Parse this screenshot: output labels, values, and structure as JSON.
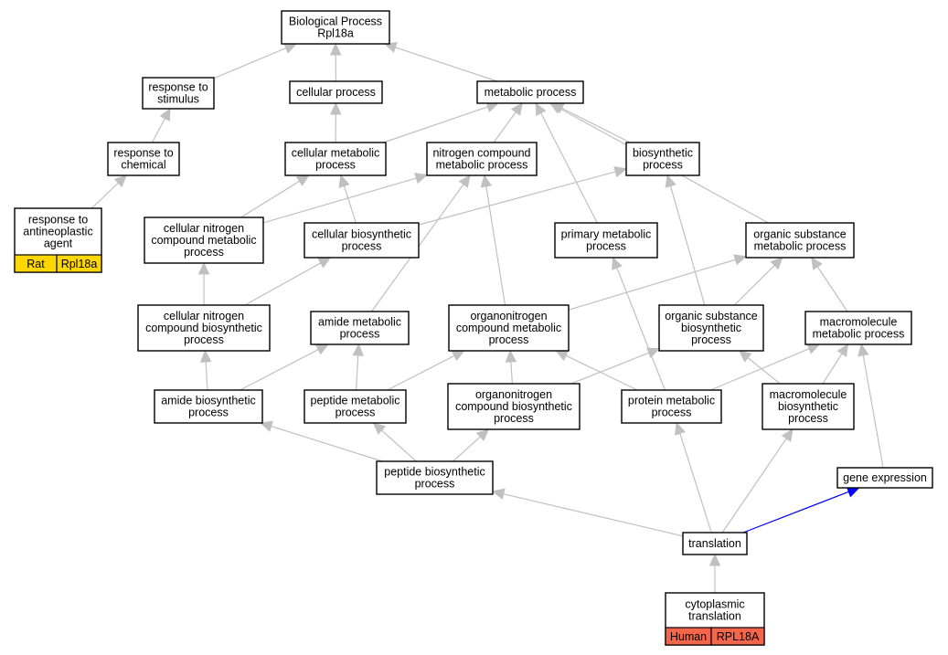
{
  "nodes": [
    {
      "id": "bp",
      "lines": [
        "Biological Process",
        "Rpl18a"
      ]
    },
    {
      "id": "rs",
      "lines": [
        "response to",
        "stimulus"
      ]
    },
    {
      "id": "cp",
      "lines": [
        "cellular process"
      ]
    },
    {
      "id": "mp",
      "lines": [
        "metabolic process"
      ]
    },
    {
      "id": "rc",
      "lines": [
        "response to",
        "chemical"
      ]
    },
    {
      "id": "cmp",
      "lines": [
        "cellular metabolic",
        "process"
      ]
    },
    {
      "id": "ncmp",
      "lines": [
        "nitrogen compound",
        "metabolic process"
      ]
    },
    {
      "id": "bsp",
      "lines": [
        "biosynthetic",
        "process"
      ]
    },
    {
      "id": "rae",
      "lines": [
        "response to",
        "antineoplastic",
        "agent"
      ],
      "tags": [
        {
          "label": "Rat",
          "color": "#ffd700"
        },
        {
          "label": "Rpl18a",
          "color": "#ffd700"
        }
      ]
    },
    {
      "id": "cncmp",
      "lines": [
        "cellular nitrogen",
        "compound metabolic",
        "process"
      ]
    },
    {
      "id": "cbp",
      "lines": [
        "cellular biosynthetic",
        "process"
      ]
    },
    {
      "id": "pmp",
      "lines": [
        "primary metabolic",
        "process"
      ]
    },
    {
      "id": "osmp",
      "lines": [
        "organic substance",
        "metabolic process"
      ]
    },
    {
      "id": "cncbp",
      "lines": [
        "cellular nitrogen",
        "compound biosynthetic",
        "process"
      ]
    },
    {
      "id": "amp",
      "lines": [
        "amide metabolic",
        "process"
      ]
    },
    {
      "id": "oncmp",
      "lines": [
        "organonitrogen",
        "compound metabolic",
        "process"
      ]
    },
    {
      "id": "osbp",
      "lines": [
        "organic substance",
        "biosynthetic",
        "process"
      ]
    },
    {
      "id": "mmp",
      "lines": [
        "macromolecule",
        "metabolic process"
      ]
    },
    {
      "id": "abp",
      "lines": [
        "amide biosynthetic",
        "process"
      ]
    },
    {
      "id": "pepmp",
      "lines": [
        "peptide metabolic",
        "process"
      ]
    },
    {
      "id": "oncbp",
      "lines": [
        "organonitrogen",
        "compound biosynthetic",
        "process"
      ]
    },
    {
      "id": "protmp",
      "lines": [
        "protein metabolic",
        "process"
      ]
    },
    {
      "id": "mbp",
      "lines": [
        "macromolecule",
        "biosynthetic",
        "process"
      ]
    },
    {
      "id": "pbp",
      "lines": [
        "peptide biosynthetic",
        "process"
      ]
    },
    {
      "id": "ge",
      "lines": [
        "gene expression"
      ]
    },
    {
      "id": "tr",
      "lines": [
        "translation"
      ]
    },
    {
      "id": "ct",
      "lines": [
        "cytoplasmic",
        "translation"
      ],
      "tags": [
        {
          "label": "Human",
          "color": "#f4664a"
        },
        {
          "label": "RPL18A",
          "color": "#f4664a"
        }
      ]
    }
  ],
  "edges": [
    {
      "from": "rs",
      "to": "bp",
      "color": "#c0c0c0"
    },
    {
      "from": "cp",
      "to": "bp",
      "color": "#c0c0c0"
    },
    {
      "from": "mp",
      "to": "bp",
      "color": "#c0c0c0"
    },
    {
      "from": "rc",
      "to": "rs",
      "color": "#c0c0c0"
    },
    {
      "from": "rae",
      "to": "rc",
      "color": "#c0c0c0"
    },
    {
      "from": "cmp",
      "to": "cp",
      "color": "#c0c0c0"
    },
    {
      "from": "cmp",
      "to": "mp",
      "color": "#c0c0c0"
    },
    {
      "from": "ncmp",
      "to": "mp",
      "color": "#c0c0c0"
    },
    {
      "from": "bsp",
      "to": "mp",
      "color": "#c0c0c0"
    },
    {
      "from": "pmp",
      "to": "mp",
      "color": "#c0c0c0"
    },
    {
      "from": "osmp",
      "to": "mp",
      "color": "#c0c0c0"
    },
    {
      "from": "cncmp",
      "to": "cmp",
      "color": "#c0c0c0"
    },
    {
      "from": "cncmp",
      "to": "ncmp",
      "color": "#c0c0c0"
    },
    {
      "from": "cbp",
      "to": "cmp",
      "color": "#c0c0c0"
    },
    {
      "from": "cbp",
      "to": "bsp",
      "color": "#c0c0c0"
    },
    {
      "from": "cncbp",
      "to": "cncmp",
      "color": "#c0c0c0"
    },
    {
      "from": "cncbp",
      "to": "cbp",
      "color": "#c0c0c0"
    },
    {
      "from": "amp",
      "to": "ncmp",
      "color": "#c0c0c0"
    },
    {
      "from": "oncmp",
      "to": "ncmp",
      "color": "#c0c0c0"
    },
    {
      "from": "oncmp",
      "to": "osmp",
      "color": "#c0c0c0"
    },
    {
      "from": "osbp",
      "to": "bsp",
      "color": "#c0c0c0"
    },
    {
      "from": "osbp",
      "to": "osmp",
      "color": "#c0c0c0"
    },
    {
      "from": "mmp",
      "to": "osmp",
      "color": "#c0c0c0"
    },
    {
      "from": "abp",
      "to": "cncbp",
      "color": "#c0c0c0"
    },
    {
      "from": "abp",
      "to": "amp",
      "color": "#c0c0c0"
    },
    {
      "from": "pepmp",
      "to": "amp",
      "color": "#c0c0c0"
    },
    {
      "from": "pepmp",
      "to": "oncmp",
      "color": "#c0c0c0"
    },
    {
      "from": "oncbp",
      "to": "oncmp",
      "color": "#c0c0c0"
    },
    {
      "from": "oncbp",
      "to": "osbp",
      "color": "#c0c0c0"
    },
    {
      "from": "protmp",
      "to": "pmp",
      "color": "#c0c0c0"
    },
    {
      "from": "protmp",
      "to": "oncmp",
      "color": "#c0c0c0"
    },
    {
      "from": "protmp",
      "to": "mmp",
      "color": "#c0c0c0"
    },
    {
      "from": "mbp",
      "to": "osbp",
      "color": "#c0c0c0"
    },
    {
      "from": "mbp",
      "to": "mmp",
      "color": "#c0c0c0"
    },
    {
      "from": "pbp",
      "to": "abp",
      "color": "#c0c0c0"
    },
    {
      "from": "pbp",
      "to": "pepmp",
      "color": "#c0c0c0"
    },
    {
      "from": "pbp",
      "to": "oncbp",
      "color": "#c0c0c0"
    },
    {
      "from": "ge",
      "to": "mmp",
      "color": "#c0c0c0"
    },
    {
      "from": "tr",
      "to": "pbp",
      "color": "#c0c0c0"
    },
    {
      "from": "tr",
      "to": "protmp",
      "color": "#c0c0c0"
    },
    {
      "from": "tr",
      "to": "mbp",
      "color": "#c0c0c0"
    },
    {
      "from": "tr",
      "to": "ge",
      "color": "#0000ff"
    },
    {
      "from": "ct",
      "to": "tr",
      "color": "#c0c0c0"
    }
  ]
}
